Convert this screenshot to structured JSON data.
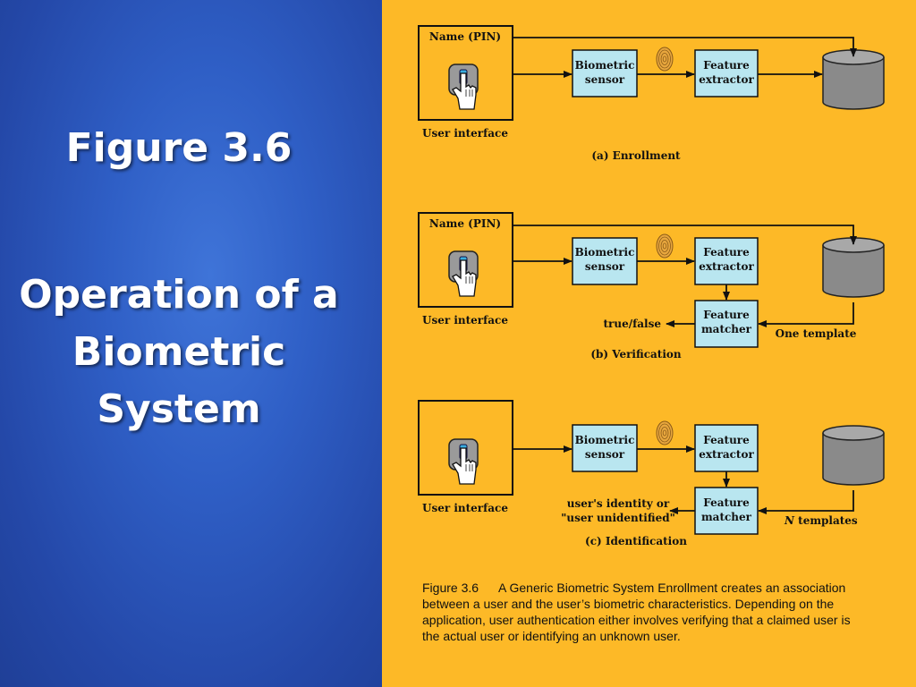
{
  "slide": {
    "title_line1": "Figure 3.6",
    "title_line2": "Operation of a Biometric System"
  },
  "colors": {
    "left_panel": "#2f5fc6",
    "right_panel": "#fdb927",
    "box_fill": "#b9e6f0",
    "database_fill": "#8a8a8a"
  },
  "diagram": {
    "enrollment": {
      "name_label": "Name (PIN)",
      "ui_label": "User interface",
      "sensor_label": [
        "Biometric",
        "sensor"
      ],
      "extractor_label": [
        "Feature",
        "extractor"
      ],
      "caption": "(a) Enrollment"
    },
    "verification": {
      "name_label": "Name (PIN)",
      "ui_label": "User interface",
      "sensor_label": [
        "Biometric",
        "sensor"
      ],
      "extractor_label": [
        "Feature",
        "extractor"
      ],
      "matcher_label": [
        "Feature",
        "matcher"
      ],
      "result_label": "true/false",
      "template_label": "One template",
      "caption": "(b) Verification"
    },
    "identification": {
      "ui_label": "User interface",
      "sensor_label": [
        "Biometric",
        "sensor"
      ],
      "extractor_label": [
        "Feature",
        "extractor"
      ],
      "matcher_label": [
        "Feature",
        "matcher"
      ],
      "result_label": [
        "user's identity or",
        "\"user unidentified\""
      ],
      "template_label_n": "N",
      "template_label": " templates",
      "caption": "(c) Identification"
    }
  },
  "caption": {
    "number": "Figure 3.6",
    "text": "A Generic Biometric System Enrollment creates an association between a user and the user’s biometric characteristics. Depending on the application, user authentication either involves verifying that a claimed user is the actual user or identifying an unknown user."
  }
}
